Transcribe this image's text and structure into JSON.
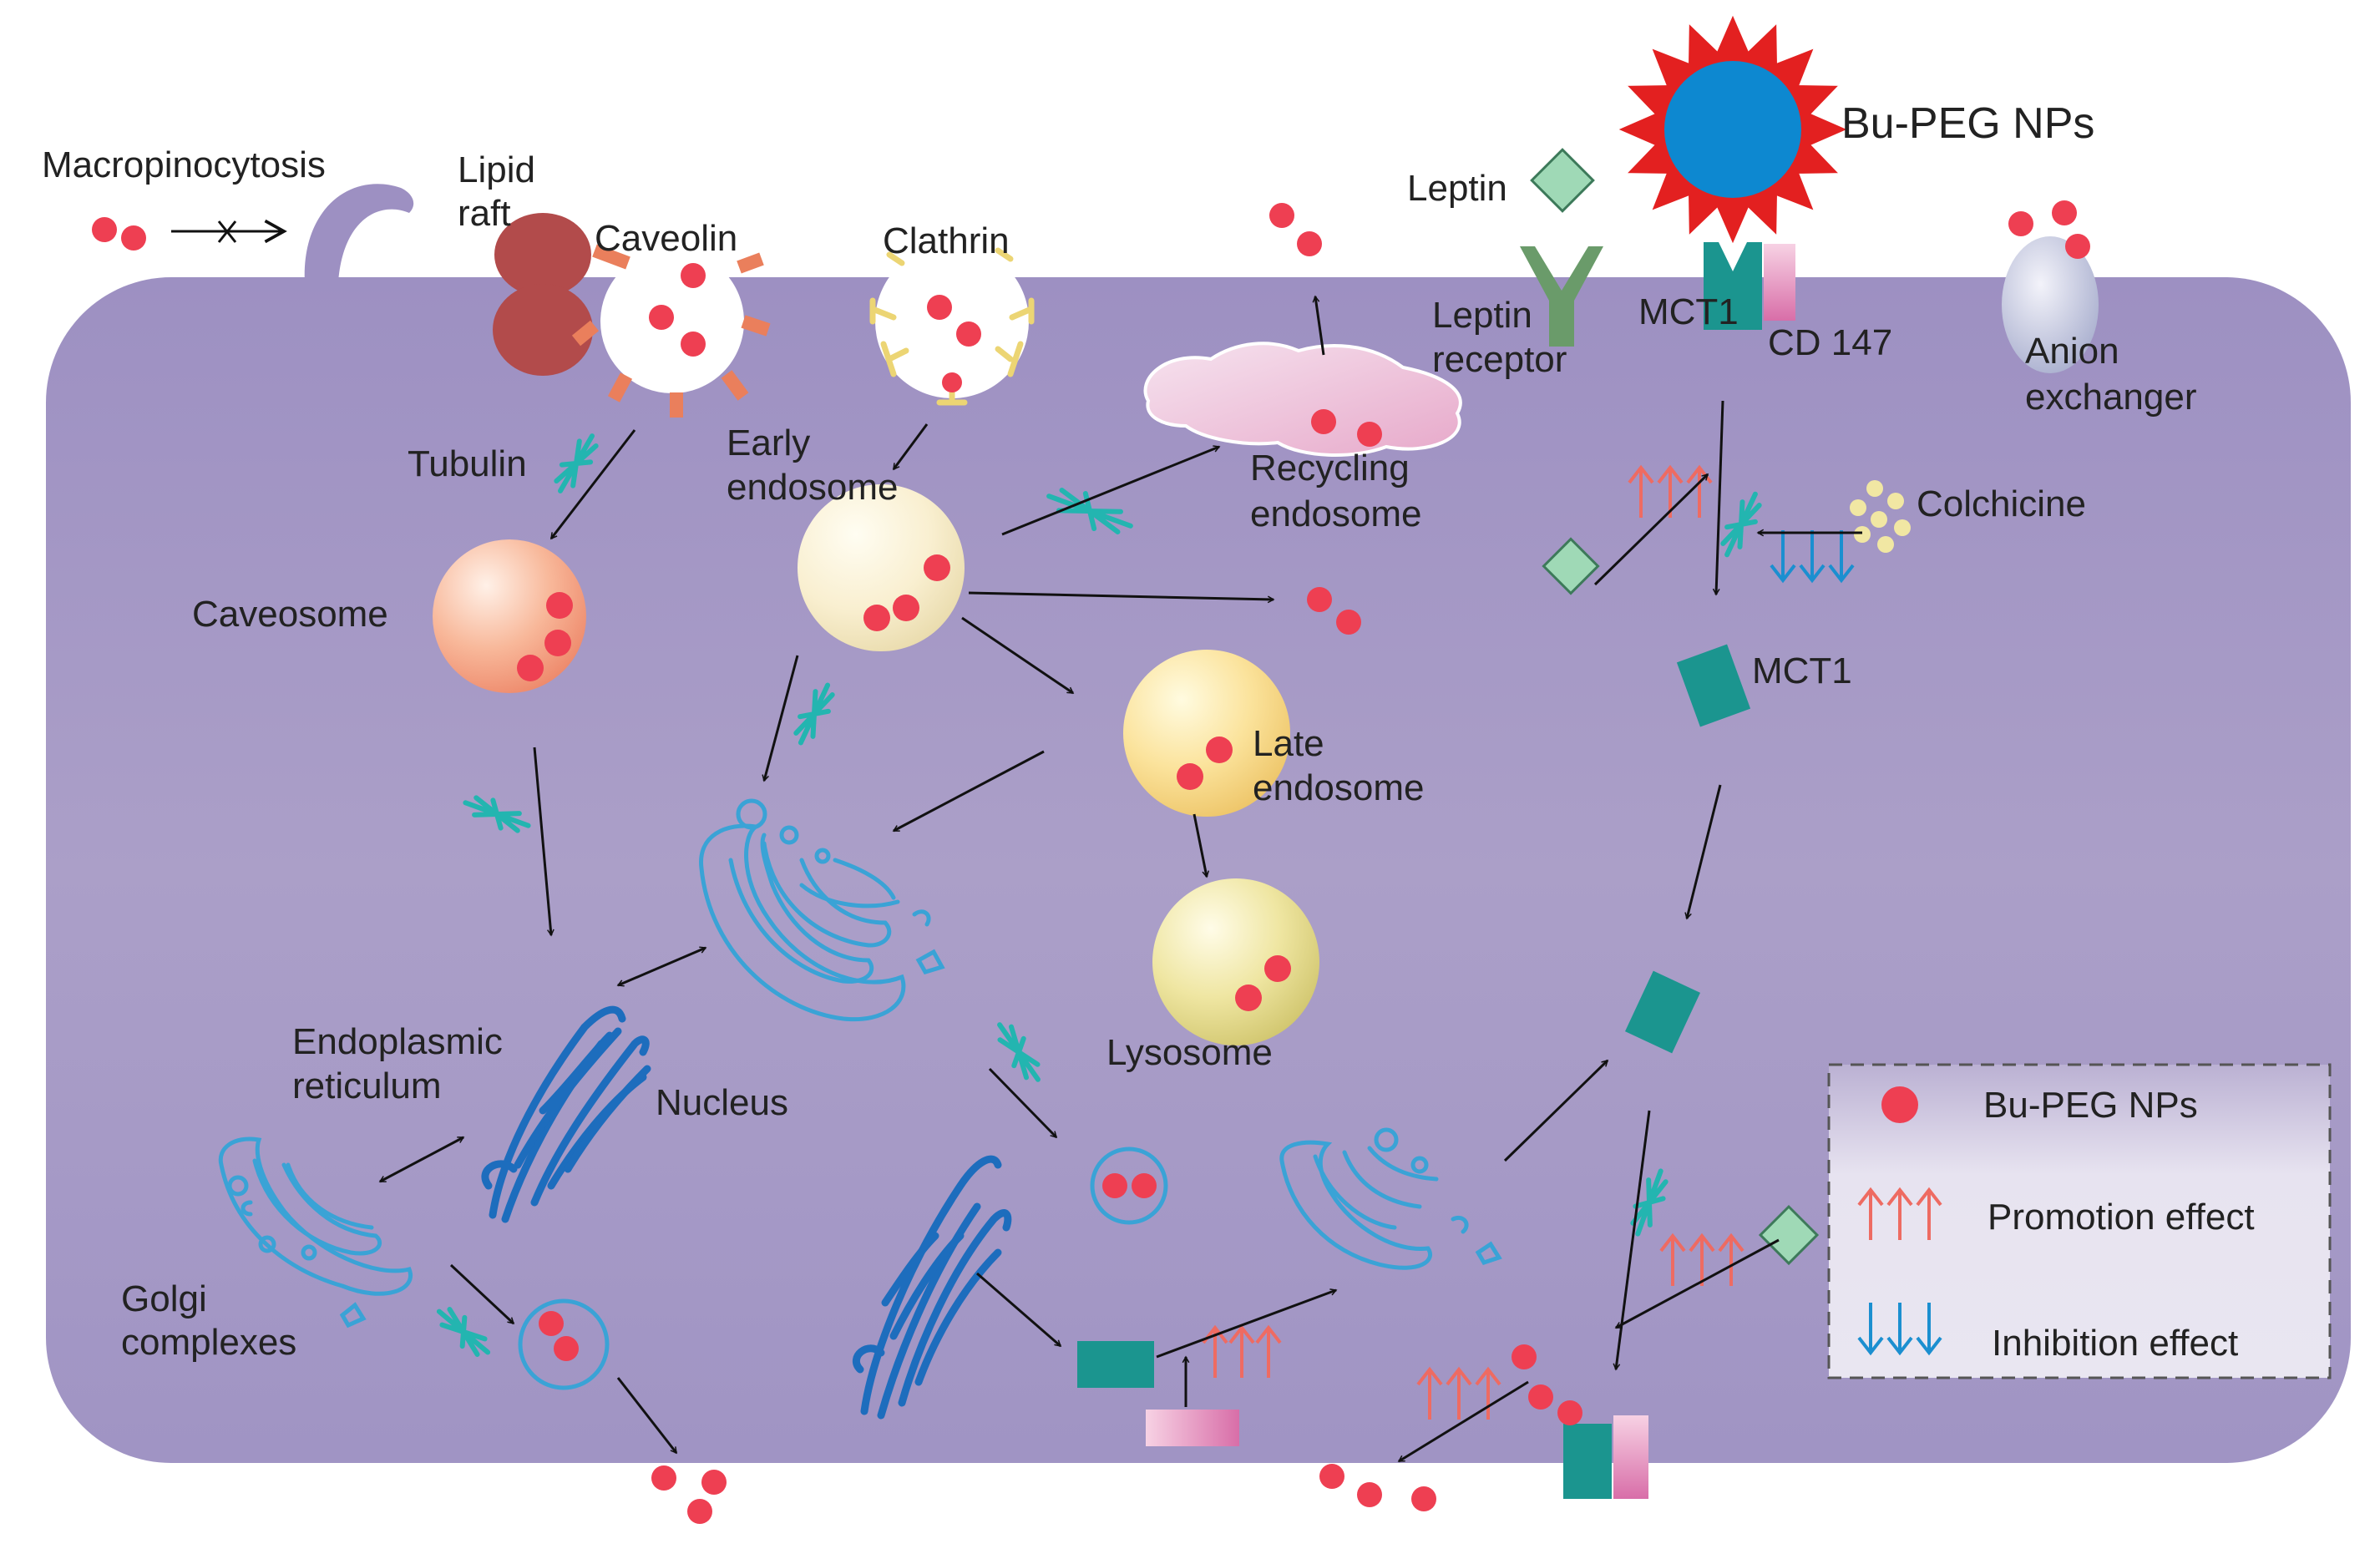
{
  "labels": {
    "macropinocytosis": "Macropinocytosis",
    "lipid": "Lipid",
    "raft": "raft",
    "caveolin": "Caveolin",
    "clathrin": "Clathrin",
    "leptin": "Leptin",
    "bu_peg_nps_top": "Bu-PEG NPs",
    "leptin_receptor_1": "Leptin",
    "leptin_receptor_2": "receptor",
    "mct1_membrane": "MCT1",
    "cd147": "CD 147",
    "anion_1": "Anion",
    "anion_2": "exchanger",
    "tubulin": "Tubulin",
    "early_endosome_1": "Early",
    "early_endosome_2": "endosome",
    "recycling_endosome_1": "Recycling",
    "recycling_endosome_2": "endosome",
    "colchicine": "Colchicine",
    "caveosome": "Caveosome",
    "mct1_cytosol": "MCT1",
    "late_endosome_1": "Late",
    "late_endosome_2": "endosome",
    "lysosome": "Lysosome",
    "er_1": "Endoplasmic",
    "er_2": "reticulum",
    "nucleus": "Nucleus",
    "golgi_1": "Golgi",
    "golgi_2": "complexes"
  },
  "legend": {
    "np": "Bu-PEG NPs",
    "promotion": "Promotion effect",
    "inhibition": "Inhibition effect"
  },
  "colors": {
    "cell": "#a69ac4",
    "cell_edge": "#9c8fbd",
    "np": "#ee3f52",
    "tubulin": "#23b5b0",
    "membrane_arm": "#ea7f5c",
    "mct1": "#1b958f",
    "cd147": "#e48cbb",
    "organelle": "#3aa3d6",
    "er": "#1d6dbd",
    "promotion": "#ee6b62",
    "inhibition": "#1b8fd0",
    "leptin": "#9fd9b6",
    "receptor": "#6a9b6a",
    "lipid_raft": "#b24b4b",
    "star": "#e32020",
    "np_core": "#0d88d0"
  }
}
